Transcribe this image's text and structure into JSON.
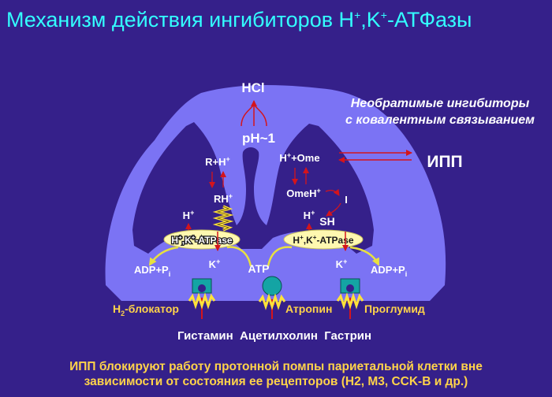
{
  "title": {
    "main": "Механизм действия ингибиторов H",
    "sup1": "+",
    "mid": ",K",
    "sup2": "+",
    "end": "-АТФазы"
  },
  "diagram": {
    "hcl": "HCl",
    "ph": "pH~1",
    "irreversible_line1": "Необратимые ингибиторы",
    "irreversible_line2": "с ковалентным связыванием",
    "ipp": "ИПП",
    "r_h": {
      "a": "R+H",
      "sup": "+"
    },
    "rh": {
      "a": "RH",
      "sup": "+"
    },
    "h_ome": {
      "a": "H",
      "sup": "+",
      "b": "+Ome"
    },
    "omeh": {
      "a": "OmeH",
      "sup": "+"
    },
    "i_label": "I",
    "h_left": {
      "a": "H",
      "sup": "+"
    },
    "h_right": {
      "a": "H",
      "sup": "+"
    },
    "sh": "SH",
    "atpase_left": {
      "a": "H",
      "s1": "+",
      "b": ",K",
      "s2": "+",
      "c": "-ATPase"
    },
    "atpase_right": {
      "a": "H",
      "s1": "+",
      "b": ",K",
      "s2": "+",
      "c": "-ATPase"
    },
    "k_left": {
      "a": "K",
      "sup": "+"
    },
    "k_right": {
      "a": "K",
      "sup": "+"
    },
    "adp_left": {
      "a": "ADP+P",
      "sub": "i"
    },
    "adp_right": {
      "a": "ADP+P",
      "sub": "i"
    },
    "atp": "ATP",
    "h2_blocker": {
      "a": "H",
      "sub": "2",
      "b": "-блокатор"
    },
    "atropine": "Атропин",
    "proglumide": "Проглумид",
    "receptors_line": "Гистамин  Ацетилхолин  Гастрин"
  },
  "caption": {
    "line1": "ИПП блокируют работу протонной помпы париетальной клетки вне",
    "line2": "зависимости от состояния ее рецепторов (H2, M3, CCK-B и др.)"
  },
  "colors": {
    "background": "#35208a",
    "cell": "#7b73f4",
    "title": "#33ffff",
    "caption": "#ffd34a",
    "arrow": "#d4141c",
    "coil": "#ffe23a",
    "receptor": "#14a4a4"
  }
}
